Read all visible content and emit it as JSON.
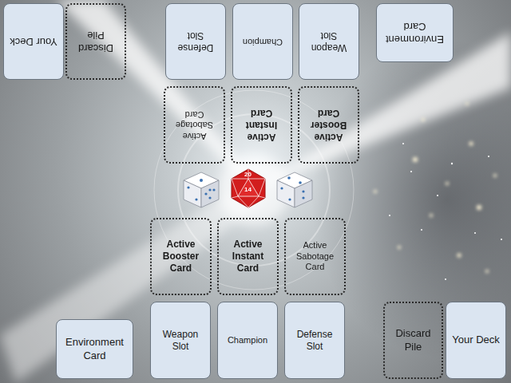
{
  "diagram": {
    "nodes": [
      {
        "text": [
          "Your Deck"
        ]
      },
      {
        "text": [
          "Discard Pile"
        ]
      },
      {
        "text": [
          "Defense Slot"
        ]
      },
      {
        "text": [
          "Champion"
        ]
      },
      {
        "text": [
          "Weapon Slot"
        ]
      },
      {
        "text": [
          "Environment Card"
        ]
      },
      {
        "text": [
          "Active Sabotage Card"
        ]
      },
      {
        "text": [
          "Active Instant Card"
        ]
      },
      {
        "text": [
          "Active Booster Card"
        ]
      },
      {
        "text": [
          "Active Booster Card"
        ]
      },
      {
        "text": [
          "Active Instant Card"
        ]
      },
      {
        "text": [
          "Active Sabotage Card"
        ]
      },
      {
        "text": [
          "Environment Card"
        ]
      },
      {
        "text": [
          "Weapon Slot"
        ]
      },
      {
        "text": [
          "Champion"
        ]
      },
      {
        "text": [
          "Defense Slot"
        ]
      },
      {
        "text": [
          "Discard Pile"
        ]
      },
      {
        "text": [
          "Your Deck"
        ]
      }
    ],
    "labels": [
      "20",
      "14"
    ]
  }
}
